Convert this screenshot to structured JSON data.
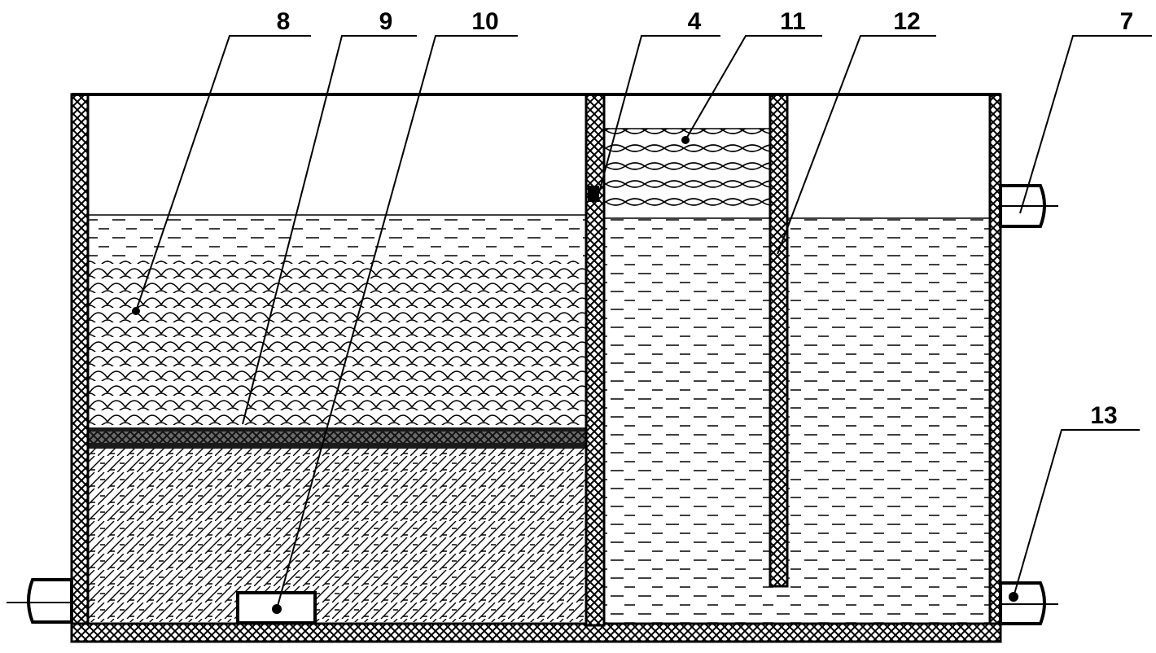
{
  "diagram": {
    "callouts": [
      {
        "id": "8",
        "label": "8"
      },
      {
        "id": "9",
        "label": "9"
      },
      {
        "id": "10",
        "label": "10"
      },
      {
        "id": "4",
        "label": "4"
      },
      {
        "id": "11",
        "label": "11"
      },
      {
        "id": "12",
        "label": "12"
      },
      {
        "id": "7",
        "label": "7"
      },
      {
        "id": "13",
        "label": "13"
      }
    ],
    "colors": {
      "ink": "#000000",
      "paper": "#ffffff"
    }
  }
}
